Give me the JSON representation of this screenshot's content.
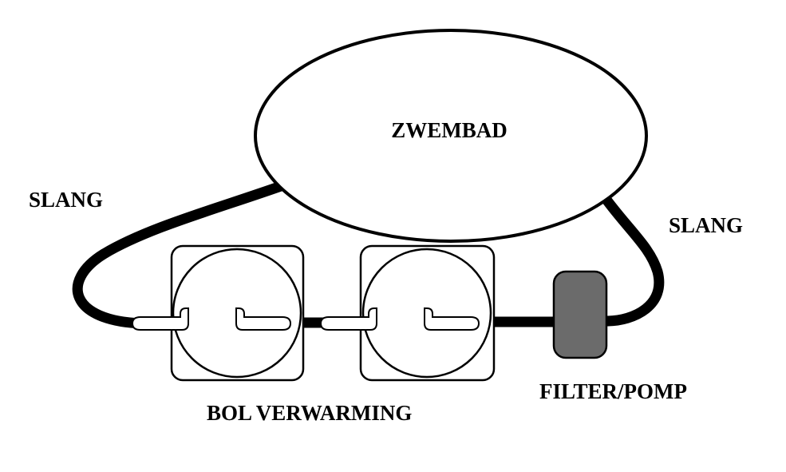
{
  "diagram": {
    "pool_label": "ZWEMBAD",
    "hose_left_label": "SLANG",
    "hose_right_label": "SLANG",
    "heater_label": "BOL VERWARMING",
    "filter_label": "FILTER/POMP"
  },
  "colors": {
    "line": "#000000",
    "background": "#ffffff",
    "filter_fill": "#6b6b6b"
  }
}
